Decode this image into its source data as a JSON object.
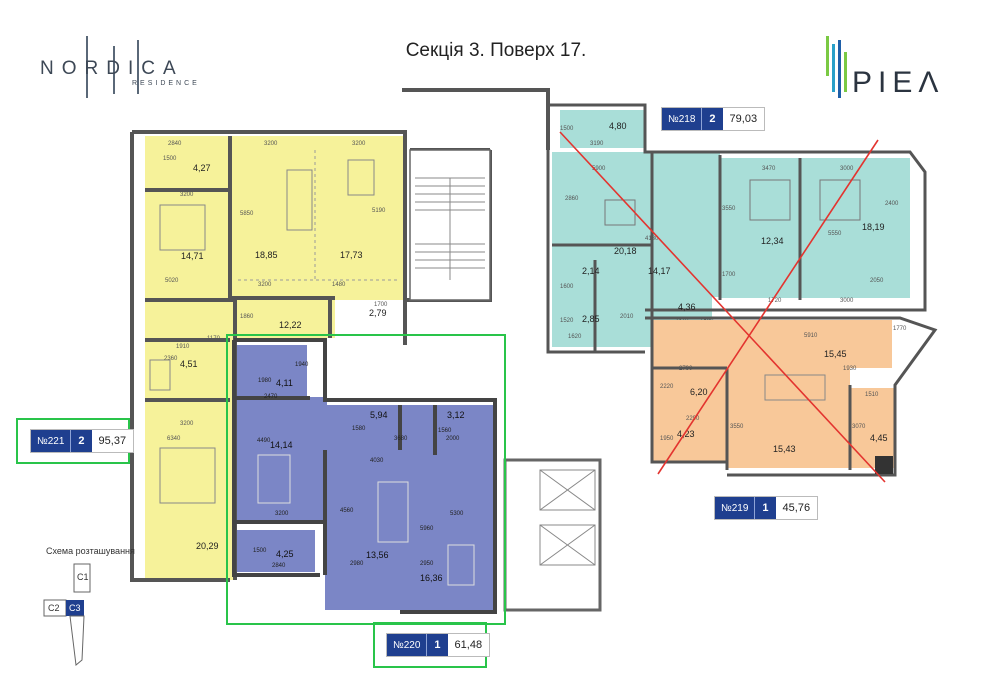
{
  "header": {
    "title": "Секція 3. Поверх 17.",
    "brand_name": "NORDICA",
    "brand_sub": "RESIDENCE",
    "developer_logo": "PIEΛ"
  },
  "colors": {
    "yellow": "#f6f29a",
    "teal": "#a9ded8",
    "orange": "#f8c899",
    "blue": "#7b86c6",
    "badge_blue": "#1f3f8f",
    "highlight_green": "#29c44a",
    "cross_red": "#e3342f"
  },
  "apartments": [
    {
      "id": "apt-221",
      "number": "№221",
      "rooms": "2",
      "area": "95,37",
      "highlighted": true
    },
    {
      "id": "apt-218",
      "number": "№218",
      "rooms": "2",
      "area": "79,03",
      "sold": true
    },
    {
      "id": "apt-219",
      "number": "№219",
      "rooms": "1",
      "area": "45,76",
      "sold": true
    },
    {
      "id": "apt-220",
      "number": "№220",
      "rooms": "1",
      "area": "61,48",
      "highlighted": true
    }
  ],
  "room_areas": {
    "a221": [
      "4,27",
      "18,85",
      "17,73",
      "14,71",
      "2,79",
      "12,22",
      "4,51",
      "20,29"
    ],
    "a220": [
      "4,11",
      "5,94",
      "3,12",
      "14,14",
      "4,25",
      "13,56",
      "16,36"
    ],
    "a218": [
      "4,80",
      "20,18",
      "12,34",
      "18,19",
      "2,14",
      "14,17",
      "4,36",
      "2,85"
    ],
    "a219": [
      "15,45",
      "6,20",
      "4,23",
      "15,43",
      "4,45"
    ]
  },
  "dimensions": {
    "a221": [
      "2840",
      "3200",
      "3200",
      "1500",
      "3200",
      "5850",
      "5190",
      "3200",
      "1480",
      "5020",
      "1700",
      "1860",
      "1910",
      "1170",
      "2360",
      "3200",
      "6340"
    ],
    "a220": [
      "1940",
      "1980",
      "2470",
      "1580",
      "3680",
      "1560",
      "2000",
      "4490",
      "4030",
      "3200",
      "4560",
      "5960",
      "5300",
      "1500",
      "2840",
      "2980",
      "2950"
    ],
    "a218": [
      "1500",
      "3190",
      "5900",
      "3470",
      "3000",
      "2860",
      "4180",
      "3550",
      "5550",
      "2400",
      "1700",
      "2050",
      "1720",
      "3000",
      "1600",
      "1620",
      "2010",
      "2310",
      "1890",
      "1520"
    ],
    "a219": [
      "5910",
      "1770",
      "1930",
      "2790",
      "2220",
      "2290",
      "1510",
      "1950",
      "3550",
      "3070"
    ]
  },
  "location_scheme": {
    "title": "Схема розташування",
    "sections": [
      "C1",
      "C2",
      "C3"
    ]
  }
}
